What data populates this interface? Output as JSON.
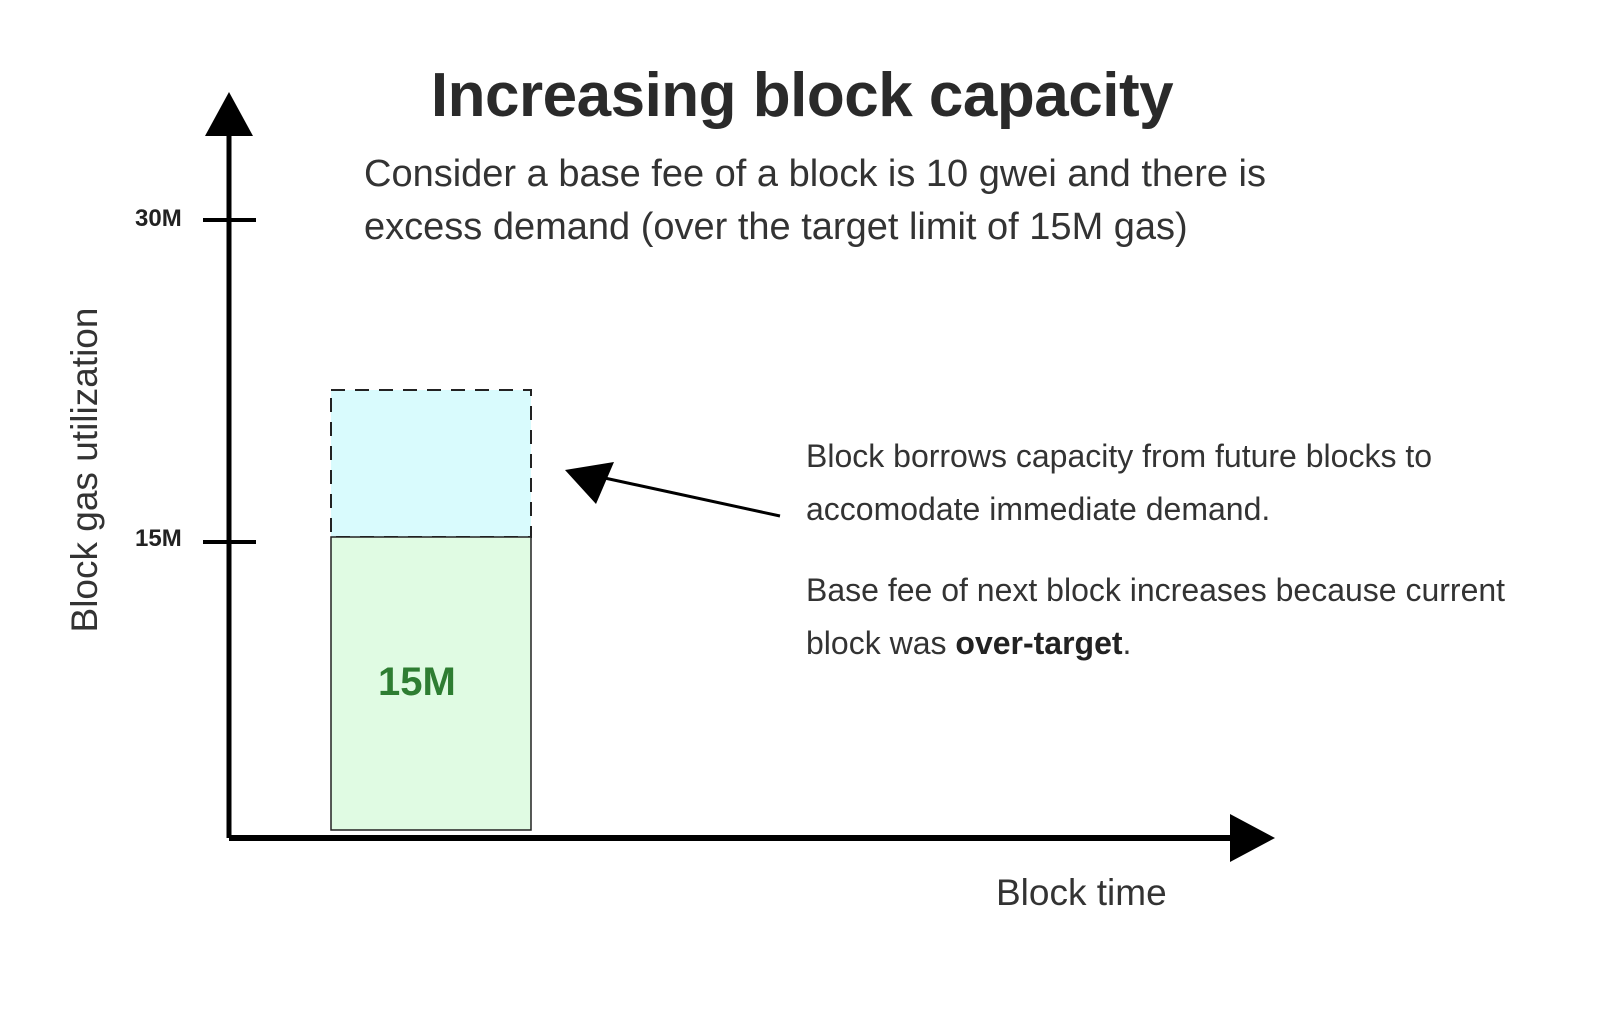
{
  "title": "Increasing block capacity",
  "subtitle_line1": "Consider a base fee of a block is 10 gwei and there is",
  "subtitle_line2": "excess demand (over the target limit of 15M gas)",
  "axes": {
    "y_label": "Block gas utilization",
    "x_label": "Block time",
    "ticks": [
      "30M",
      "15M"
    ]
  },
  "block": {
    "base_label": "15M",
    "base_color": "#e0fbe3",
    "excess_color": "#d9fbfd",
    "label_color": "#2e7d32"
  },
  "notes": {
    "note1_line1": "Block borrows capacity from future blocks to",
    "note1_line2": "accomodate immediate demand.",
    "note2_line1": "Base fee of next block increases because current",
    "note2_prefix": "block was ",
    "note2_bold": "over-target",
    "note2_suffix": "."
  }
}
